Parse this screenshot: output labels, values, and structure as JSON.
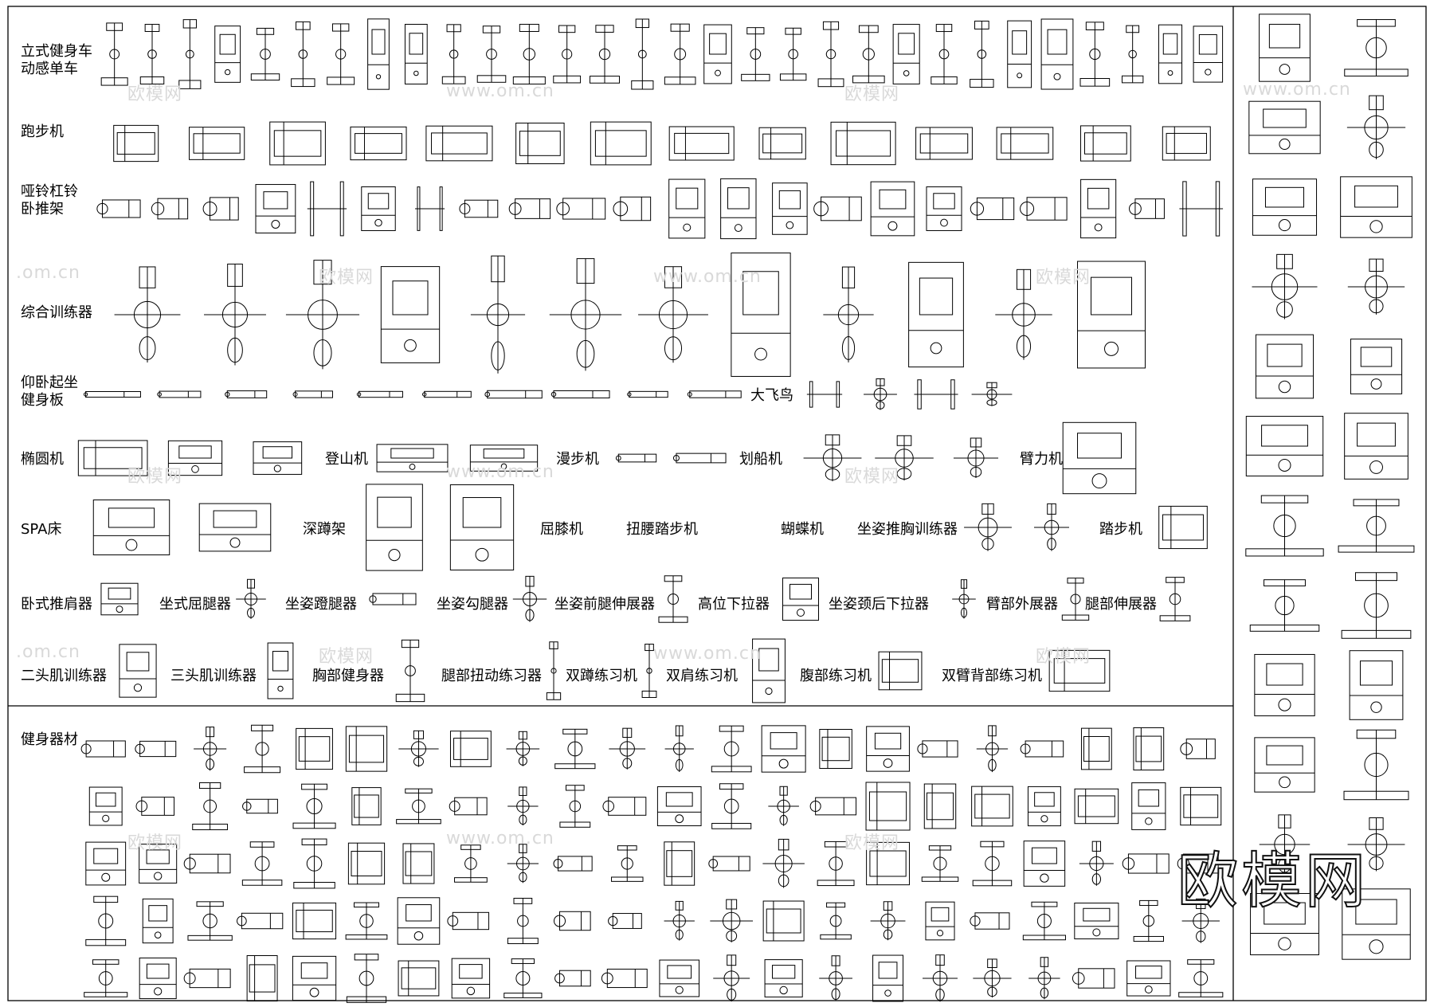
{
  "row_labels": [
    {
      "key": "bike",
      "text": "立式健身车\n动感单车"
    },
    {
      "key": "treadmill",
      "text": "跑步机"
    },
    {
      "key": "dumbbell",
      "text": "哑铃杠铃\n卧推架"
    },
    {
      "key": "multi",
      "text": "综合训练器"
    },
    {
      "key": "situp",
      "text": "仰卧起坐\n健身板"
    },
    {
      "key": "elliptical",
      "text": "椭圆机"
    },
    {
      "key": "spa",
      "text": "SPA床"
    },
    {
      "key": "shoulder",
      "text": "卧式推肩器"
    },
    {
      "key": "biceps",
      "text": "二头肌训练器"
    },
    {
      "key": "equipment",
      "text": "健身器材"
    }
  ],
  "inline_labels": [
    {
      "key": "dafeiniao",
      "text": "大飞鸟"
    },
    {
      "key": "climber",
      "text": "登山机"
    },
    {
      "key": "walker",
      "text": "漫步机"
    },
    {
      "key": "rowing",
      "text": "划船机"
    },
    {
      "key": "arm",
      "text": "臂力机"
    },
    {
      "key": "squat",
      "text": "深蹲架"
    },
    {
      "key": "kneebend",
      "text": "屈膝机"
    },
    {
      "key": "twiststep",
      "text": "扭腰踏步机"
    },
    {
      "key": "butterfly",
      "text": "蝴蝶机"
    },
    {
      "key": "chestpress",
      "text": "坐姿推胸训练器"
    },
    {
      "key": "stepper",
      "text": "踏步机"
    },
    {
      "key": "legcurl",
      "text": "坐式屈腿器"
    },
    {
      "key": "legpress",
      "text": "坐姿蹬腿器"
    },
    {
      "key": "hook",
      "text": "坐姿勾腿器"
    },
    {
      "key": "legext",
      "text": "坐姿前腿伸展器"
    },
    {
      "key": "pulldown",
      "text": "高位下拉器"
    },
    {
      "key": "neckpull",
      "text": "坐姿颈后下拉器"
    },
    {
      "key": "armext",
      "text": "臂部外展器"
    },
    {
      "key": "legstretch",
      "text": "腿部伸展器"
    },
    {
      "key": "triceps",
      "text": "三头肌训练器"
    },
    {
      "key": "chest",
      "text": "胸部健身器"
    },
    {
      "key": "legtwist",
      "text": "腿部扭动练习器"
    },
    {
      "key": "doublesquat",
      "text": "双蹲练习机"
    },
    {
      "key": "doubleshoulder",
      "text": "双肩练习机"
    },
    {
      "key": "abdomen",
      "text": "腹部练习机"
    },
    {
      "key": "doubleback",
      "text": "双臂背部练习机"
    }
  ],
  "watermark": {
    "text": "欧模网",
    "url": "www.om.cn",
    "domain": ".om.cn"
  },
  "brand_logo": "欧模网"
}
